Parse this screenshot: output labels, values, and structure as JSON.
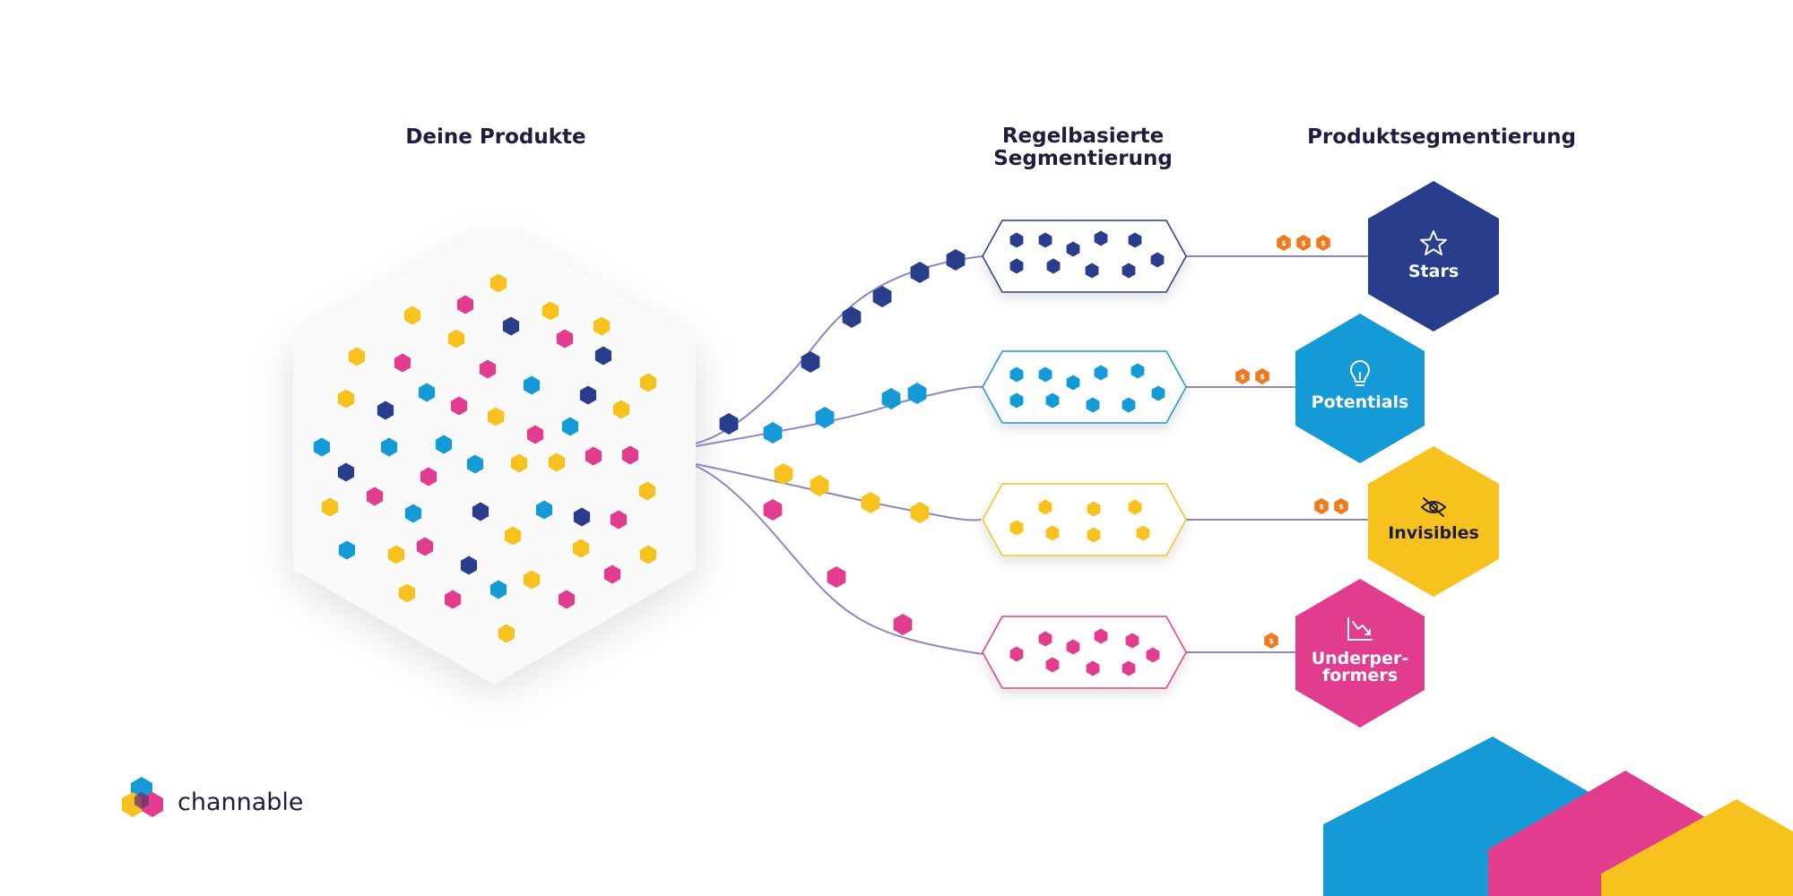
{
  "columns": {
    "products": "Deine Produkte",
    "rules_line1": "Regelbasierte",
    "rules_line2": "Segmentierung",
    "segmentation": "Produktsegmentierung"
  },
  "colors": {
    "navy": "#283e8c",
    "blue": "#149ad6",
    "yellow": "#f8c21e",
    "pink": "#e23c8e",
    "money": "#ee7b1f",
    "connector": "#8d86c4",
    "text": "#1f1d3d"
  },
  "segments": [
    {
      "key": "stars",
      "label_lines": [
        "Stars"
      ],
      "color": "#283e8c",
      "icon": "star-icon",
      "money": "$$$"
    },
    {
      "key": "potentials",
      "label_lines": [
        "Potentials"
      ],
      "color": "#149ad6",
      "icon": "lightbulb-icon",
      "money": "$$"
    },
    {
      "key": "invisibles",
      "label_lines": [
        "Invisibles"
      ],
      "color": "#f8c21e",
      "icon": "eye-off-icon",
      "money": "$$"
    },
    {
      "key": "underperformers",
      "label_lines": [
        "Underper-",
        "formers"
      ],
      "color": "#e23c8e",
      "icon": "chart-down-icon",
      "money": "$"
    }
  ],
  "money_symbol": "$",
  "logo": {
    "text": "channable"
  }
}
